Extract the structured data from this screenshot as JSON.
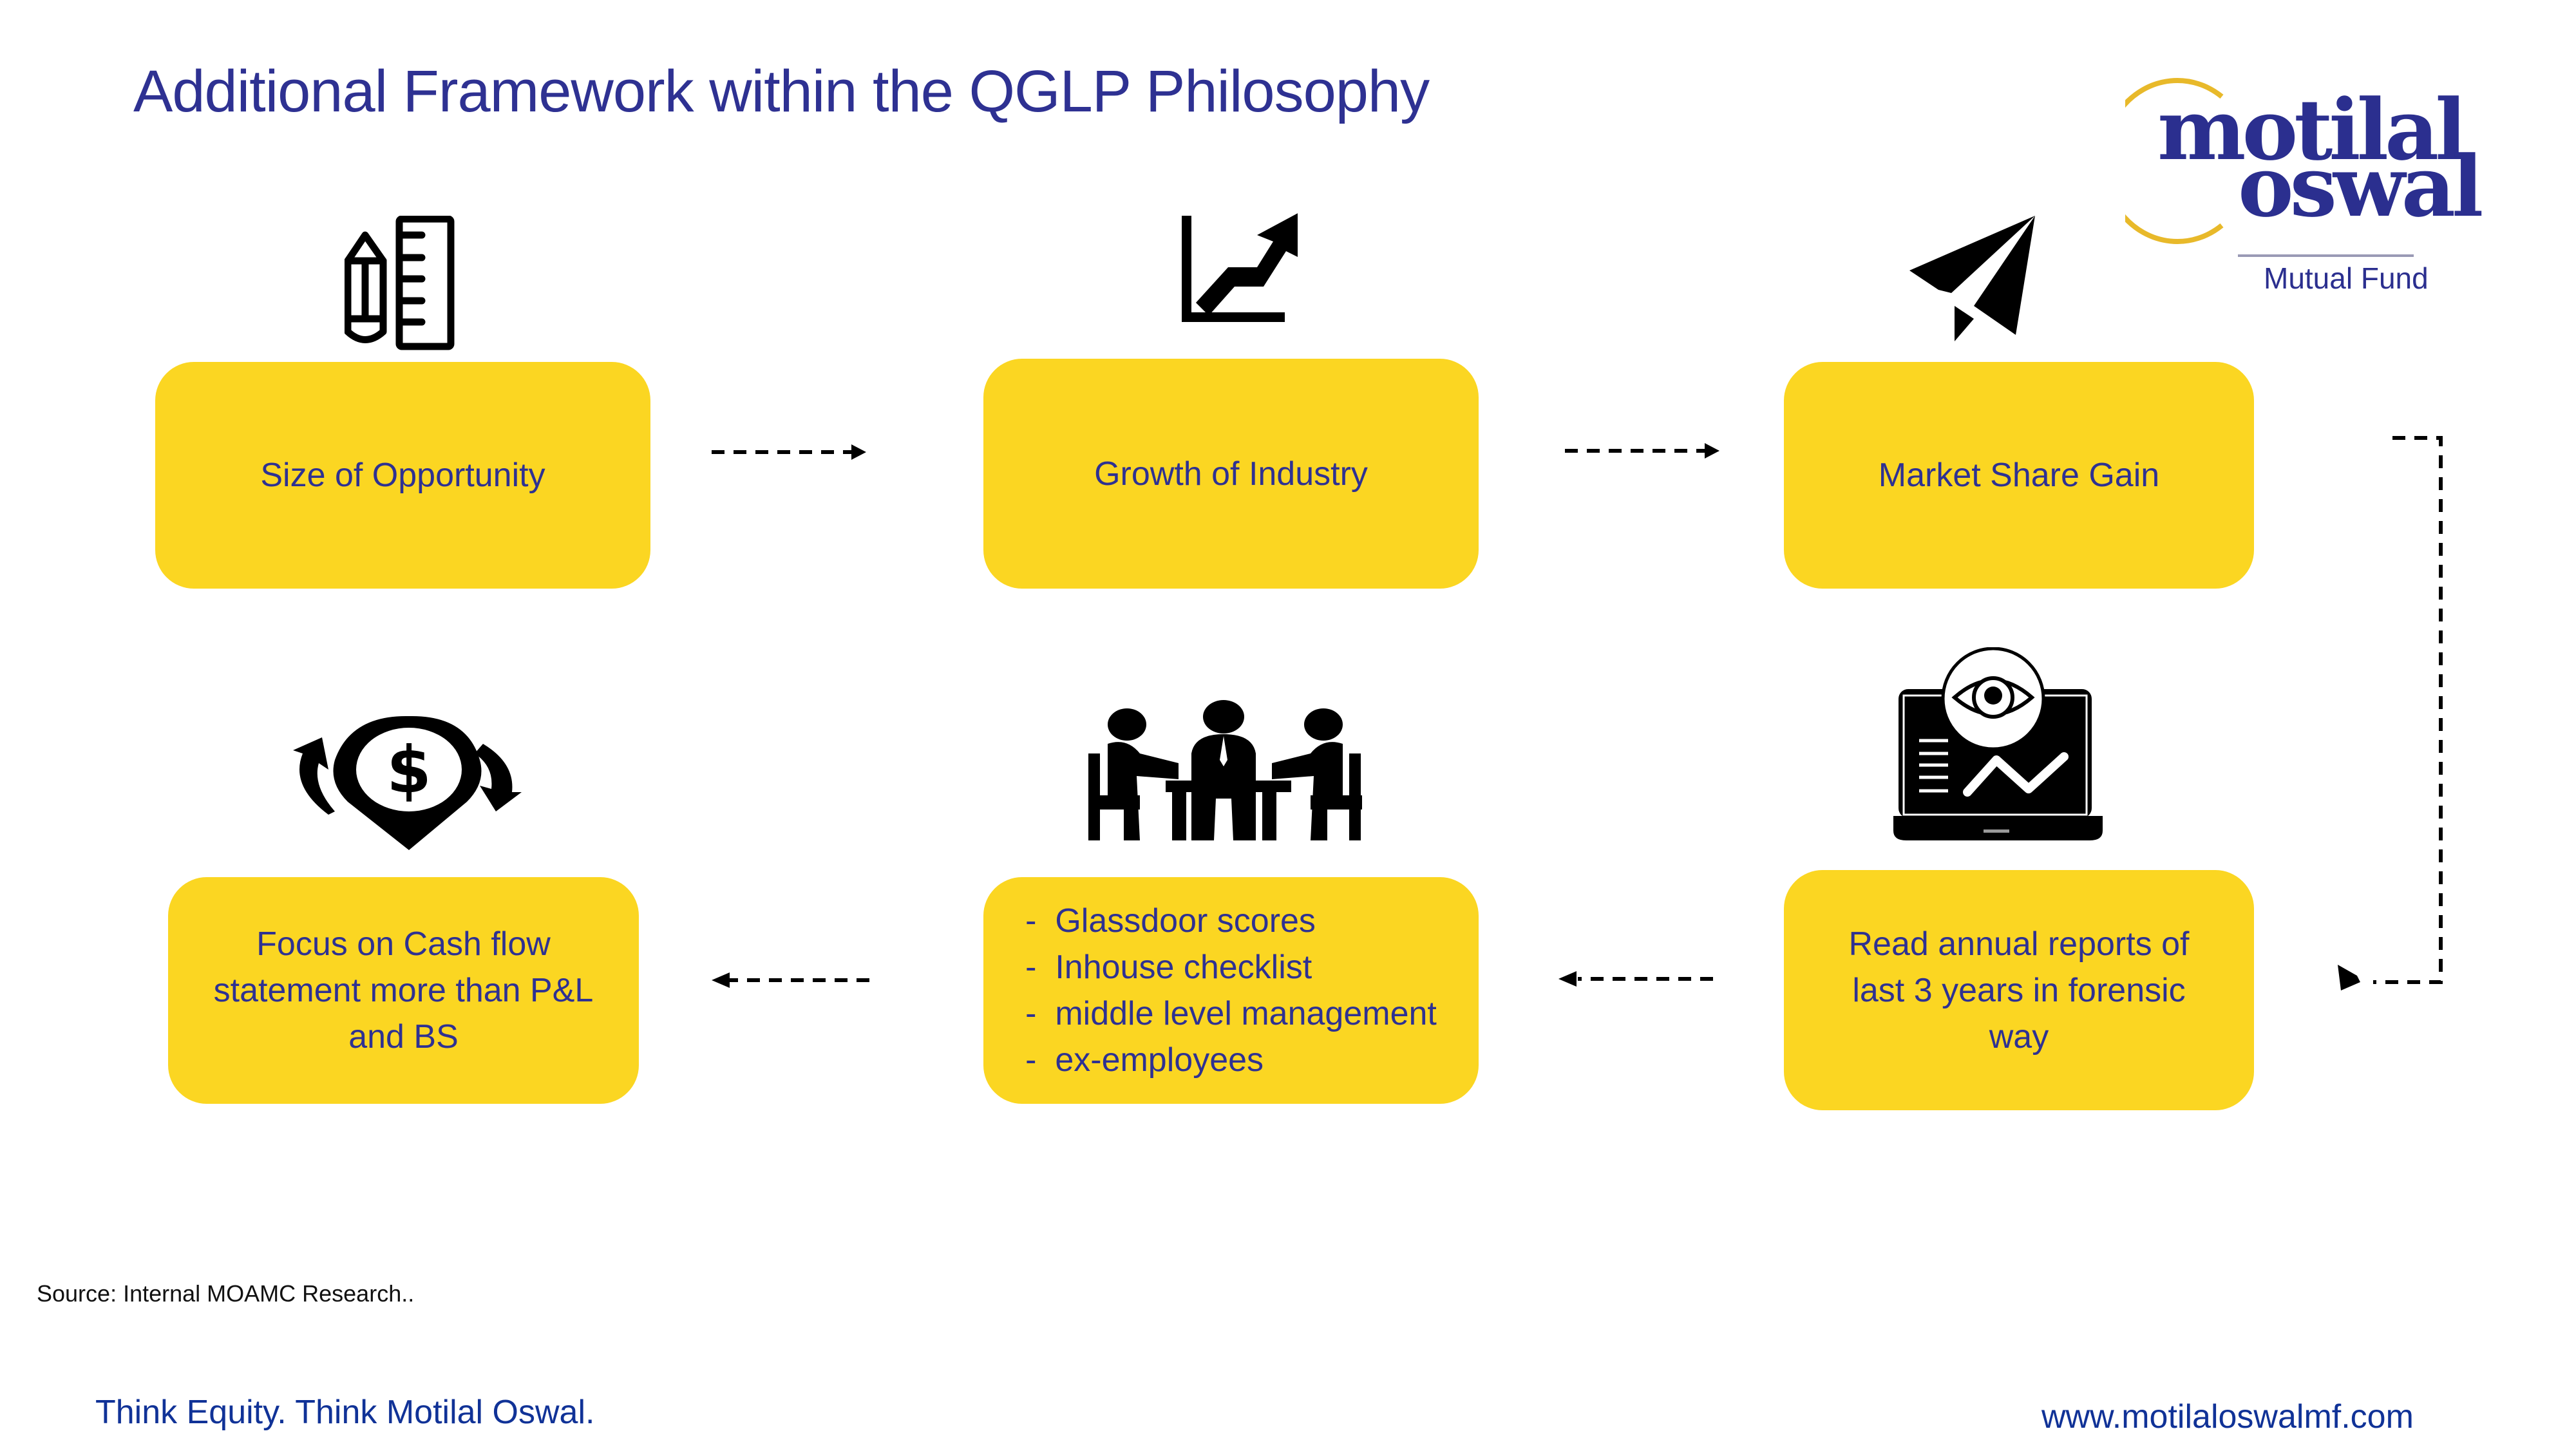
{
  "header": {
    "title": "Additional Framework within the QGLP Philosophy"
  },
  "logo": {
    "line1": "motilal",
    "line2": "oswal",
    "subtitle": "Mutual Fund",
    "ring_color": "#e8b92a",
    "text_color": "#2b2f8f"
  },
  "colors": {
    "box_fill": "#fbd622",
    "text_primary": "#2e3192",
    "footer_blue": "#103297"
  },
  "steps": [
    {
      "icon": "pencil-ruler-icon",
      "label": "Size of Opportunity"
    },
    {
      "icon": "growth-chart-icon",
      "label": "Growth of Industry"
    },
    {
      "icon": "paper-plane-icon",
      "label": "Market Share Gain"
    },
    {
      "icon": "laptop-eye-analytics-icon",
      "label": "Read annual reports of last 3 years in forensic way"
    },
    {
      "icon": "meeting-people-icon",
      "items": [
        "Glassdoor scores",
        "Inhouse checklist",
        "middle level management",
        "ex-employees"
      ]
    },
    {
      "icon": "cash-flow-dollar-icon",
      "label": "Focus on Cash flow statement more than P&L and BS"
    }
  ],
  "footer": {
    "source": "Source: Internal MOAMC Research..",
    "tagline": "Think Equity. Think Motilal Oswal.",
    "url": "www.motilaloswalmf.com"
  }
}
